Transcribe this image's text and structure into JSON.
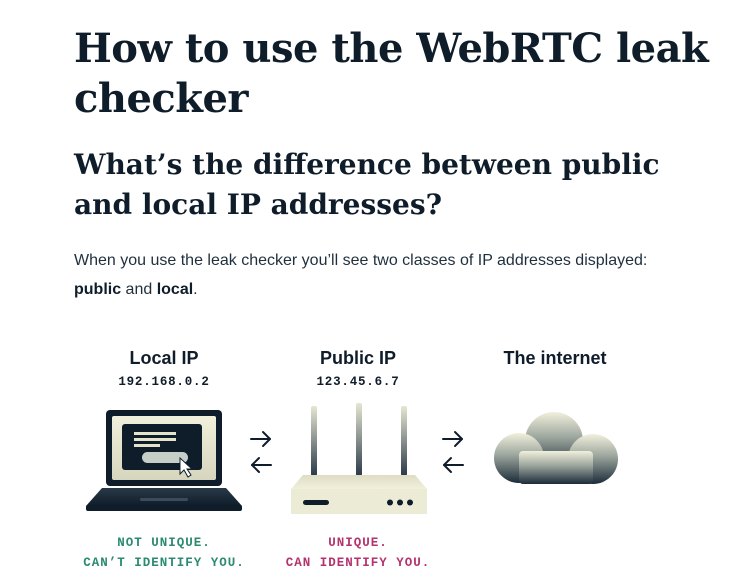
{
  "article": {
    "title": "How to use the WebRTC leak checker",
    "subtitle": "What’s the difference between public and local IP addresses?",
    "intro": {
      "text_before": "When you use the leak checker you’ll see two classes of IP addresses displayed: ",
      "public_word": "public",
      "middle": " and ",
      "local_word": "local",
      "end": "."
    }
  },
  "diagram": {
    "local": {
      "title": "Local IP",
      "ip": "192.168.0.2",
      "verdict_line1": "NOT UNIQUE.",
      "verdict_line2": "CAN’T IDENTIFY YOU.",
      "icon": "laptop-icon"
    },
    "public": {
      "title": "Public IP",
      "ip": "123.45.6.7",
      "verdict_line1": "UNIQUE.",
      "verdict_line2": "CAN IDENTIFY YOU.",
      "icon": "router-icon"
    },
    "internet": {
      "title": "The internet",
      "icon": "cloud-icon"
    },
    "arrows_icon": "bidirectional-arrows-icon"
  },
  "colors": {
    "text": "#0f1d2a",
    "not_unique": "#2b8a70",
    "unique": "#b4326e",
    "cream": "#ecebd5",
    "dark": "#0f1d2a"
  }
}
